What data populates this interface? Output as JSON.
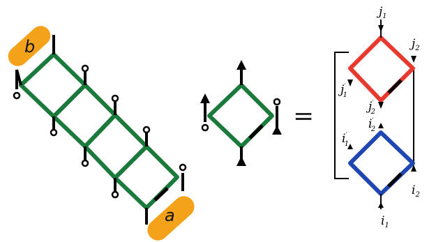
{
  "colors": {
    "green": "#1a7a3c",
    "red": "#e8392e",
    "blue": "#1f47b3",
    "orange": "#f5a21b",
    "black": "#000000"
  },
  "left_chain": {
    "end_label_top": "b",
    "end_label_bottom": "a"
  },
  "equals_sign": "=",
  "right_labels": {
    "j1": {
      "base": "j",
      "sub": "1"
    },
    "j2": {
      "base": "j",
      "sub": "2"
    },
    "j1p": {
      "base": "j",
      "sub": "1",
      "prime": "′"
    },
    "j2p": {
      "base": "j",
      "sub": "2",
      "prime": "′"
    },
    "i1": {
      "base": "i",
      "sub": "1"
    },
    "i2": {
      "base": "i",
      "sub": "2"
    },
    "i1p": {
      "base": "i",
      "sub": "1",
      "prime": "′"
    },
    "i2p": {
      "base": "i",
      "sub": "2",
      "prime": "′"
    }
  }
}
